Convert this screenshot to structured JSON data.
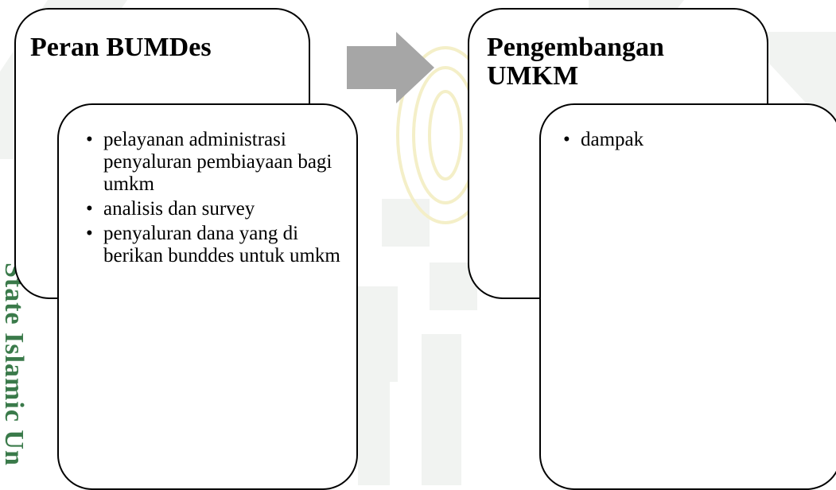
{
  "watermark": {
    "side_text": "State Islamic Un",
    "color": "#3a7a4a"
  },
  "left_panel": {
    "title": "Peran BUMDes",
    "items": [
      "pelayanan administrasi penyaluran pembiayaan bagi umkm",
      "analisis dan survey",
      "penyaluran dana yang di berikan bunddes untuk umkm"
    ]
  },
  "right_panel": {
    "title": "Pengembangan UMKM",
    "items": [
      "dampak"
    ]
  },
  "connector": {
    "icon": "right-arrow-icon",
    "color": "#a6a6a6"
  }
}
